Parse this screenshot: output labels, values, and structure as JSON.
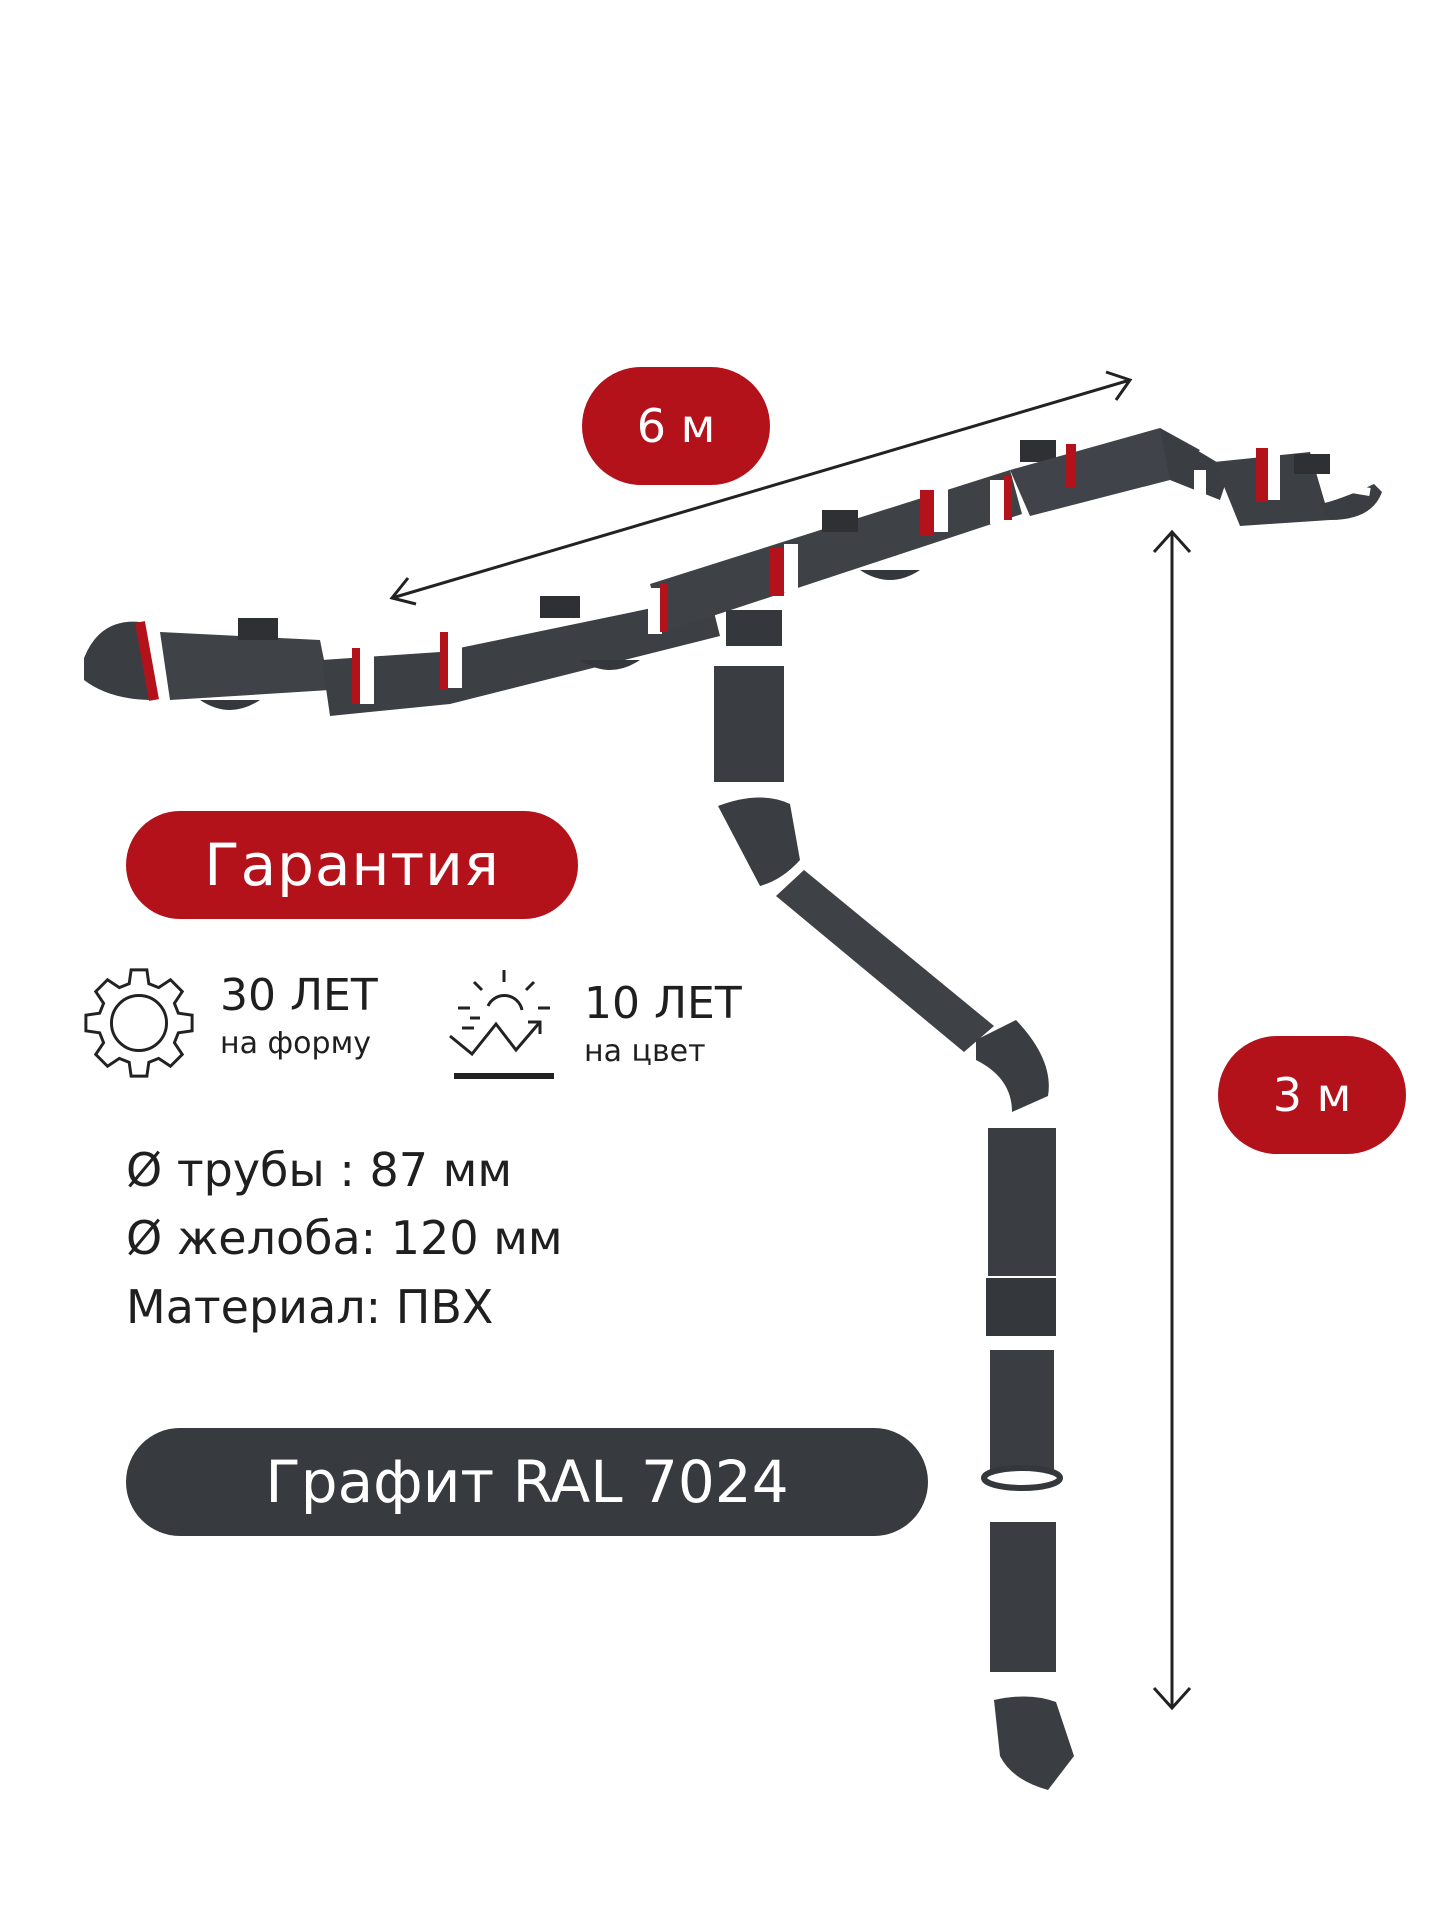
{
  "dimensions": {
    "length_label": "6 м",
    "height_label": "3 м"
  },
  "warranty": {
    "title": "Гарантия",
    "shape": {
      "years": "30 ЛЕТ",
      "label": "на форму",
      "icon": "gear-icon"
    },
    "color": {
      "years": "10 ЛЕТ",
      "label": "на цвет",
      "icon": "sun-icon"
    }
  },
  "specs": {
    "pipe": "Ø трубы : 87 мм",
    "gutter": "Ø желоба: 120 мм",
    "material": "Материал: ПВХ"
  },
  "color_name": "Графит RAL 7024",
  "colors": {
    "accent_red": "#b3121b",
    "graphite": "#373a3e",
    "product": "#3a3d42"
  }
}
